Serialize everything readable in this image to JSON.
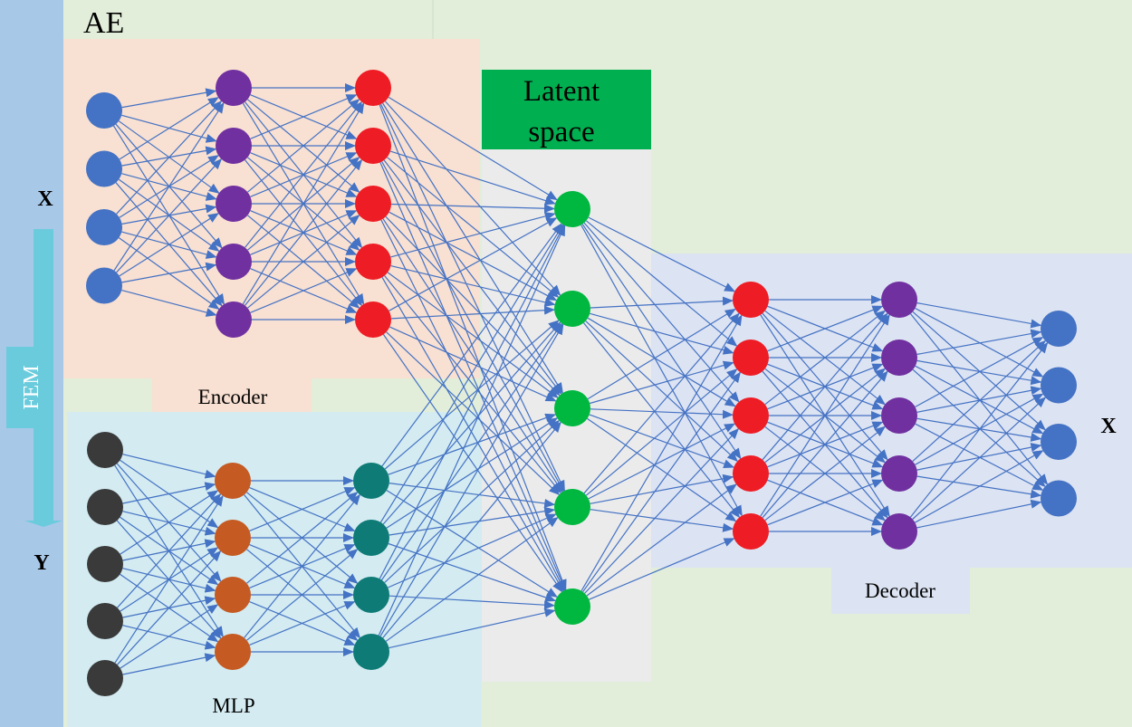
{
  "labels": {
    "ae": "AE",
    "latent_line1": "Latent",
    "latent_line2": "space",
    "encoder": "Encoder",
    "decoder": "Decoder",
    "mlp": "MLP",
    "fem": "FEM",
    "x_left": "X",
    "y_left": "Y",
    "x_right": "X"
  },
  "colors": {
    "background_green": "#e2eed9",
    "left_bar": "#a8c8e8",
    "encoder_panel": "#f8e0d2",
    "mlp_panel": "#d3ebf1",
    "latent_panel": "#ebebeb",
    "latent_header": "#00b050",
    "decoder_panel": "#dce3f2",
    "fem_arrow": "#6acbdc",
    "edge": "#4472c4",
    "node_blue": "#4472c4",
    "node_purple": "#7030a0",
    "node_red": "#ee1c24",
    "node_green": "#00b83f",
    "node_black": "#3a3a3a",
    "node_orange": "#c55a22",
    "node_teal": "#0e7b76"
  },
  "network": {
    "encoder_layers": [
      {
        "nodes": 4,
        "color": "node_blue"
      },
      {
        "nodes": 5,
        "color": "node_purple"
      },
      {
        "nodes": 5,
        "color": "node_red"
      }
    ],
    "mlp_layers": [
      {
        "nodes": 5,
        "color": "node_black"
      },
      {
        "nodes": 4,
        "color": "node_orange"
      },
      {
        "nodes": 4,
        "color": "node_teal"
      }
    ],
    "latent_layer": {
      "nodes": 5,
      "color": "node_green"
    },
    "decoder_layers": [
      {
        "nodes": 5,
        "color": "node_red"
      },
      {
        "nodes": 5,
        "color": "node_purple"
      },
      {
        "nodes": 4,
        "color": "node_blue"
      }
    ]
  }
}
